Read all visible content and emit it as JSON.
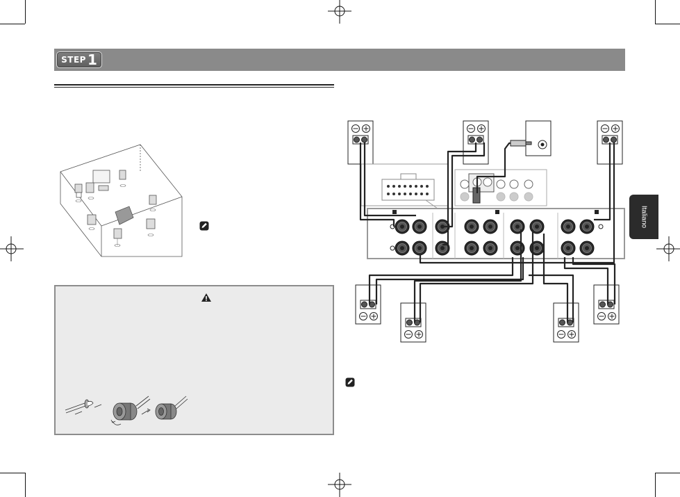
{
  "header": {
    "step_word": "STEP",
    "step_number": "1"
  },
  "side_tab": {
    "language": "Italiano"
  },
  "icons": {
    "warning": "warning-triangle-icon",
    "note": "note-pencil-icon"
  }
}
